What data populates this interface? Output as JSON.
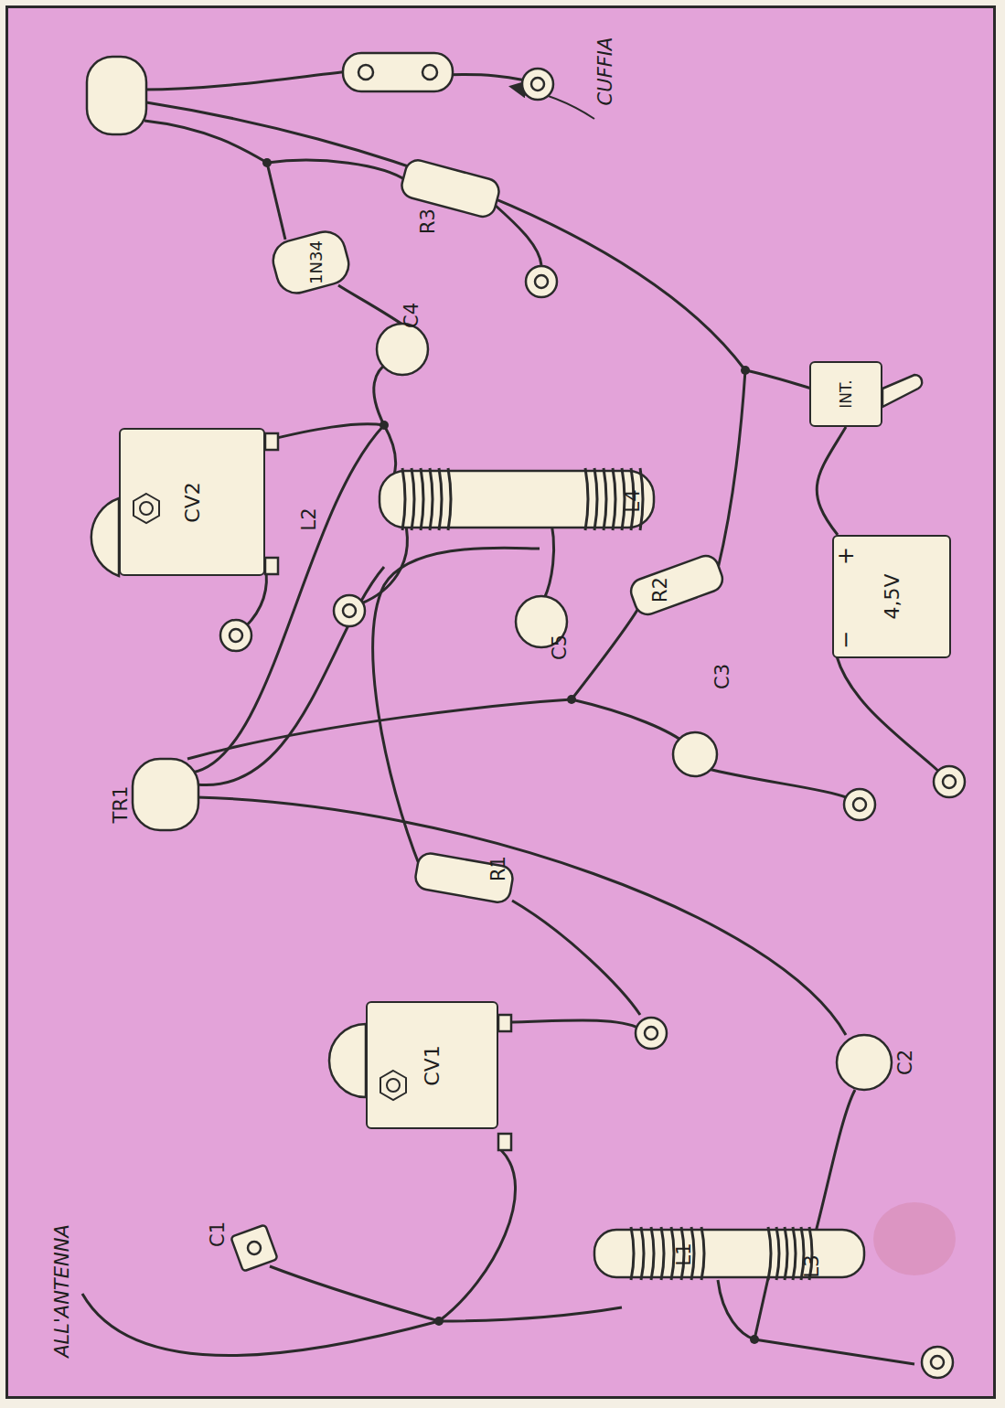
{
  "diagram": {
    "nodes": [
      {
        "text": [
          "CV1"
        ]
      },
      {
        "text": [
          "CV2"
        ]
      },
      {
        "text": [
          "INT."
        ]
      },
      {
        "text": [
          "4,5V"
        ]
      }
    ],
    "edges": [
      {
        "from": 3,
        "to": 2,
        "arrow": "none"
      }
    ],
    "labels": [
      "ALL'ANTENNA",
      "C1",
      "L1",
      "L3",
      "C2",
      "R1",
      "TR1",
      "C3",
      "R2",
      "C5",
      "L2",
      "L4",
      "C4",
      "1N34",
      "R3",
      "CUFFIA",
      "+",
      "−"
    ]
  }
}
